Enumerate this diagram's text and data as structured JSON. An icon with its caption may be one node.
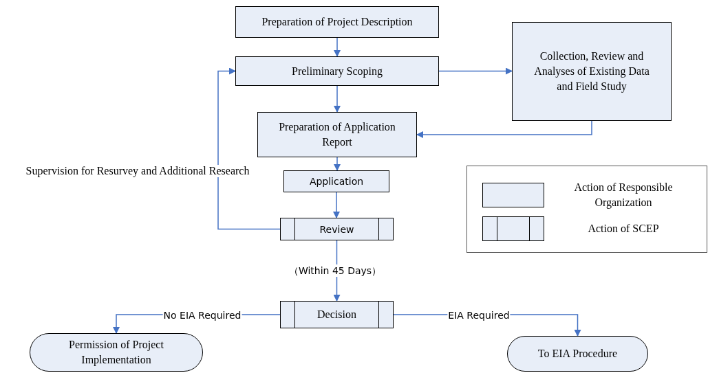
{
  "diagram": {
    "nodes": [
      {
        "text": [
          "Preparation of Project Description"
        ]
      },
      {
        "text": [
          "Preliminary Scoping"
        ]
      },
      {
        "text": [
          "Collection, Review and Analyses of Existing Data and Field Study"
        ]
      },
      {
        "text": [
          "Preparation of Application Report"
        ]
      },
      {
        "text": [
          "Application"
        ]
      },
      {
        "text": [
          "Review"
        ]
      },
      {
        "text": [
          "Decision"
        ]
      },
      {
        "text": [
          "Permission of Project Implementation"
        ]
      },
      {
        "text": [
          "To EIA Procedure"
        ]
      }
    ],
    "edges": [
      {
        "from": 0,
        "to": 1,
        "arrow": "to"
      },
      {
        "from": 1,
        "to": 2,
        "arrow": "to"
      },
      {
        "from": 1,
        "to": 3,
        "arrow": "to"
      },
      {
        "from": 2,
        "to": 3,
        "arrow": "to"
      },
      {
        "from": 3,
        "to": 4,
        "arrow": "to"
      },
      {
        "from": 4,
        "to": 5,
        "arrow": "to"
      },
      {
        "from": 5,
        "to": 1,
        "arrow": "to",
        "label": "Supervision for Resurvey and Additional Research"
      },
      {
        "from": 5,
        "to": 6,
        "arrow": "to",
        "label": "（Within 45 Days）"
      },
      {
        "from": 6,
        "to": 7,
        "arrow": "to",
        "label": "No EIA Required"
      },
      {
        "from": 6,
        "to": 8,
        "arrow": "to",
        "label": "EIA Required"
      }
    ],
    "legend": [
      {
        "text": "Action of Responsible Organization"
      },
      {
        "text": "Action of SCEP"
      }
    ]
  }
}
